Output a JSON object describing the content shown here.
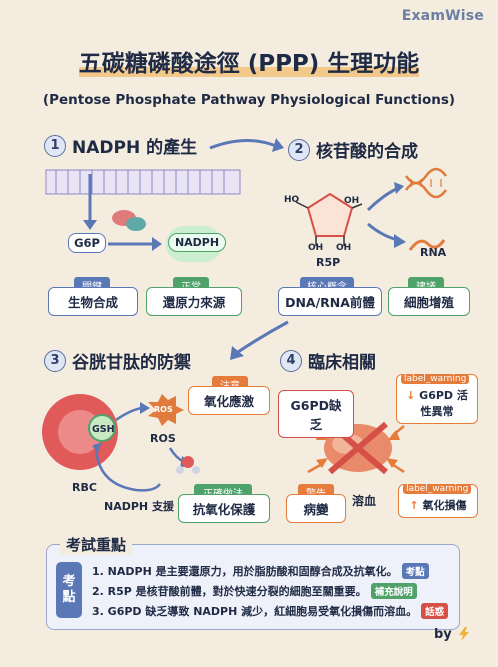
{
  "brand": "ExamWise",
  "title": "五碳糖磷酸途徑 (PPP) 生理功能",
  "subtitle": "(Pentose Phosphate Pathway Physiological Functions)",
  "sections": [
    {
      "num": "1",
      "title": "NADPH 的產生"
    },
    {
      "num": "2",
      "title": "核苷酸的合成"
    },
    {
      "num": "3",
      "title": "谷胱甘肽的防禦"
    },
    {
      "num": "4",
      "title": "臨床相關"
    }
  ],
  "s1": {
    "g6p": "G6P",
    "nadph": "NADPH",
    "tag1": "關鍵",
    "box1": "生物合成",
    "tag2": "正常",
    "box2": "還原力來源"
  },
  "s2": {
    "ho": "HO",
    "oh_a": "OH",
    "oh_b": "OH",
    "oh_c": "OH",
    "r5p": "R5P",
    "rna": "RNA",
    "tag1": "核心概念",
    "box1": "DNA/RNA前體",
    "tag2": "建議",
    "box2": "細胞增殖"
  },
  "s3": {
    "gsh": "GSH",
    "ros_mol": "ROS",
    "ros": "ROS",
    "rbc": "RBC",
    "nadph_support": "NADPH 支援",
    "tag1": "注意",
    "box1": "氧化應激",
    "tag2": "正確做法",
    "box2": "抗氧化保護"
  },
  "s4": {
    "g6pd_box": "G6PD缺乏",
    "warn1": "label_warning",
    "box1": "G6PD 活性異常",
    "tag_warn": "警告",
    "box_lesion": "病變",
    "hemolysis": "溶血",
    "warn2": "label_warning",
    "box2": "氧化損傷"
  },
  "exam": {
    "title": "考試重點",
    "badge": [
      "考",
      "點"
    ],
    "lines": [
      {
        "text": "1. NADPH 是主要還原力，用於脂肪酸和固醇合成及抗氧化。",
        "pill": "考點",
        "color": "#5b78b6"
      },
      {
        "text": "2. R5P 是核苷酸前體，對於快速分裂的細胞至關重要。",
        "pill": "補充說明",
        "color": "#4ea26a"
      },
      {
        "text": "3. G6PD 缺乏導致 NADPH 減少，紅細胞易受氧化損傷而溶血。",
        "pill": "話惑",
        "color": "#d55046"
      }
    ]
  },
  "by": "by"
}
